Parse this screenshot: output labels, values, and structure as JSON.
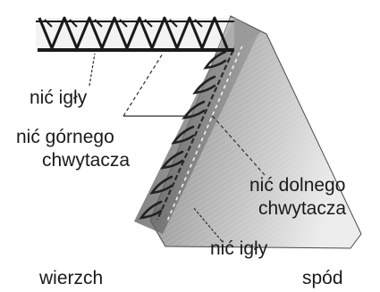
{
  "labels": {
    "needle_thread_top": "nić igły",
    "upper_looper_thread_l1": "nić górnego",
    "upper_looper_thread_l2": "chwytacza",
    "lower_looper_thread_l1": "nić dolnego",
    "lower_looper_thread_l2": "chwytacza",
    "needle_thread_bottom": "nić igły",
    "face_side": "wierzch",
    "back_side": "spód"
  },
  "colors": {
    "ink": "#1a1a1a",
    "fabric_dark": "#8e8e8e",
    "fabric_light": "#e6e6e6",
    "stitch": "#222222"
  }
}
